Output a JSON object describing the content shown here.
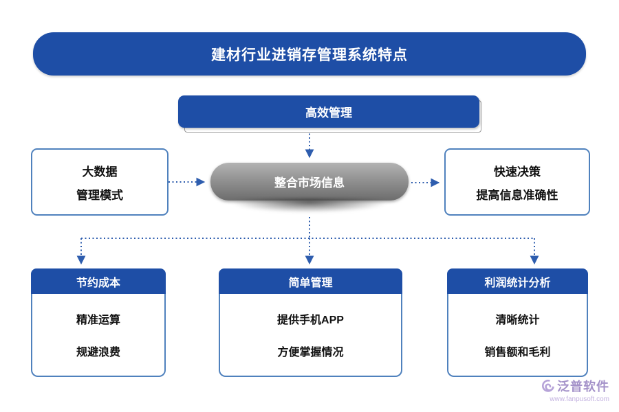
{
  "title": "建材行业进销存管理系统特点",
  "top_box": {
    "label": "高效管理"
  },
  "center_box": {
    "label": "整合市场信息"
  },
  "left_box": {
    "line1": "大数据",
    "line2": "管理模式"
  },
  "right_box": {
    "line1": "快速决策",
    "line2": "提高信息准确性"
  },
  "bottom_boxes": [
    {
      "header": "节约成本",
      "items": [
        "精准运算",
        "规避浪费"
      ]
    },
    {
      "header": "简单管理",
      "items": [
        "提供手机APP",
        "方便掌握情况"
      ]
    },
    {
      "header": "利润统计分析",
      "items": [
        "清晰统计",
        "销售额和毛利"
      ]
    }
  ],
  "logo": {
    "name": "泛普软件",
    "url": "www.fanpusoft.com"
  },
  "colors": {
    "primary_blue": "#1e4ea6",
    "border_blue": "#4f81bd",
    "arrow_blue": "#2e5dae",
    "logo_purple": "#a492c9"
  }
}
